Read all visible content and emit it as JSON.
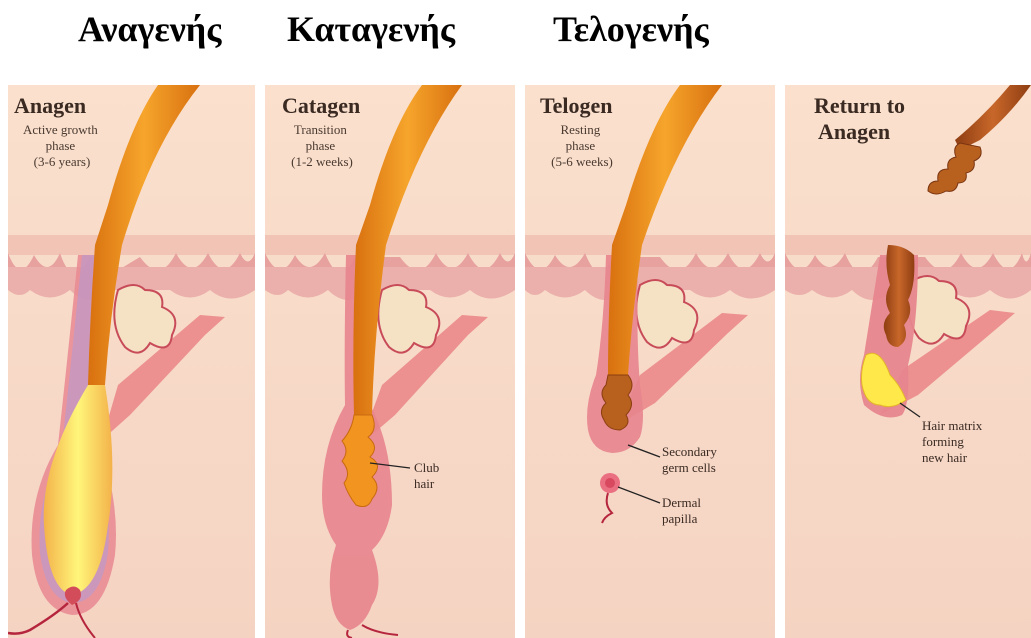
{
  "greek_headings": [
    "Αναγενής",
    "Καταγενής",
    "Τελογενής"
  ],
  "panels": [
    {
      "title": [
        "Anagen"
      ],
      "subtitle": [
        "Active growth",
        "phase",
        "(3-6 years)"
      ]
    },
    {
      "title": [
        "Catagen"
      ],
      "subtitle": [
        "Transition",
        "phase",
        "(1-2 weeks)"
      ]
    },
    {
      "title": [
        "Telogen"
      ],
      "subtitle": [
        "Resting",
        "phase",
        "(5-6 weeks)"
      ]
    },
    {
      "title": [
        "Return to",
        "Anagen"
      ],
      "subtitle": []
    }
  ],
  "callouts": {
    "club_hair": [
      "Club",
      "hair"
    ],
    "secondary_germ": [
      "Secondary",
      "germ cells"
    ],
    "dermal_papilla": [
      "Dermal",
      "papilla"
    ],
    "hair_matrix": [
      "Hair matrix",
      "forming",
      "new hair"
    ]
  },
  "colors": {
    "skin_bg": "#f7d6c2",
    "epidermis": "#e9a9a4",
    "dermis_pink": "#efc2b8",
    "follicle": "#e58b8f",
    "hair_orange": "#f29a1c",
    "hair_yellow": "#ffe94a",
    "hair_brown": "#b2581c",
    "gland": "#f6e3c6",
    "muscle": "#e8727a"
  }
}
